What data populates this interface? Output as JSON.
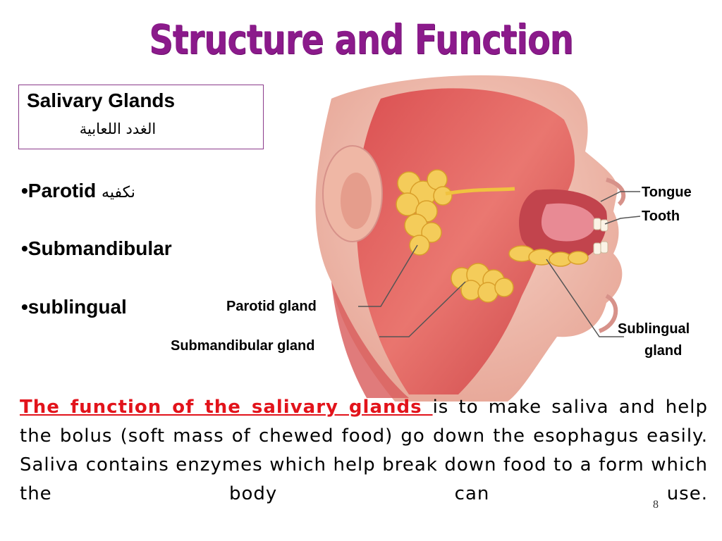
{
  "slide": {
    "title": "Structure and Function",
    "box": {
      "title": "Salivary Glands",
      "arabic": "الغدد اللعابية"
    },
    "bullets": [
      {
        "text": "•Parotid",
        "arabic": "نكفيه"
      },
      {
        "text": "•Submandibular",
        "arabic": ""
      },
      {
        "text": "•sublingual",
        "arabic": ""
      }
    ],
    "diagram_labels": {
      "tongue": "Tongue",
      "tooth": "Tooth",
      "parotid_gland": "Parotid gland",
      "submandibular_gland": "Submandibular gland",
      "sublingual_line1": "Sublingual",
      "sublingual_line2": "gland"
    },
    "body": {
      "highlight": "The function of the salivary glands ",
      "rest": "is to make saliva and help the bolus (soft mass of chewed food) go down the esophagus easily. Saliva contains enzymes which help break down food to a form which the body can use."
    },
    "page_number": "8"
  },
  "colors": {
    "title": "#8b1a8b",
    "highlight": "#e2131b",
    "box_border": "#8b3a8b"
  }
}
